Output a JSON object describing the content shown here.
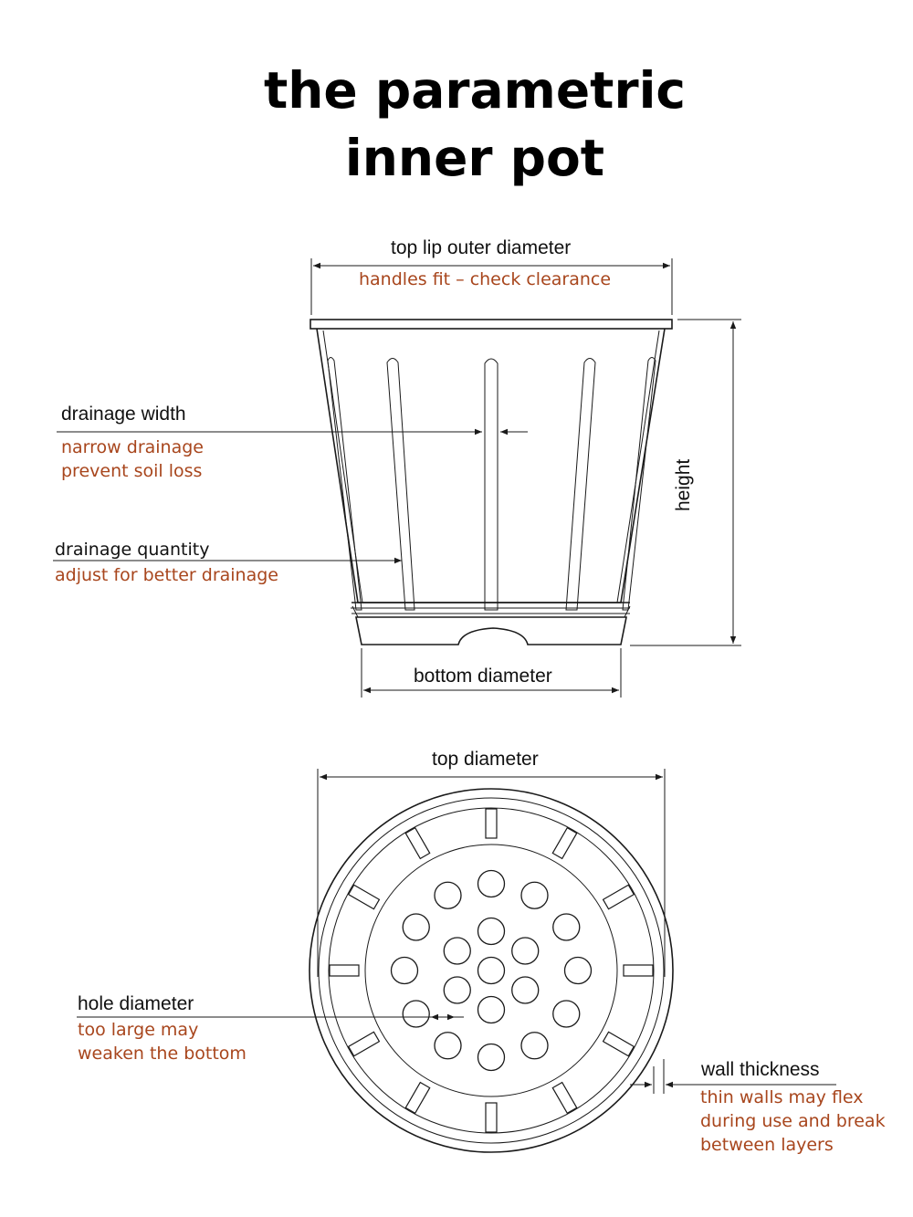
{
  "title": {
    "line1": "the parametric",
    "line2": "inner pot"
  },
  "dimensions": {
    "top_lip_outer_diameter": "top lip outer diameter",
    "height": "height",
    "bottom_diameter": "bottom diameter",
    "top_diameter": "top diameter",
    "drainage_width": "drainage width",
    "drainage_quantity": "drainage quantity",
    "hole_diameter": "hole diameter",
    "wall_thickness": "wall thickness"
  },
  "notes": {
    "top_lip": "handles fit – check clearance",
    "drainage_width_line1": "narrow drainage",
    "drainage_width_line2": "prevent soil loss",
    "drainage_quantity": "adjust for better drainage",
    "hole_line1": "too large may",
    "hole_line2": "weaken the bottom",
    "wall_line1": "thin walls may flex",
    "wall_line2": "during use and break",
    "wall_line3": "between layers"
  },
  "colors": {
    "note_text": "#a8461d",
    "label_text": "#111111",
    "line": "#1a1a1a"
  }
}
